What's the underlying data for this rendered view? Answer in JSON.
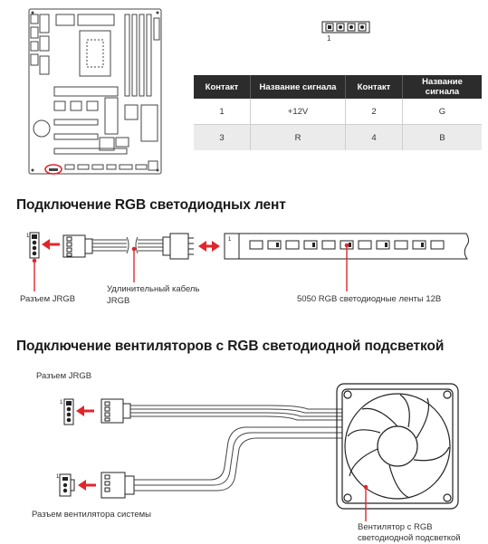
{
  "header_connector": {
    "pin1_label": "1"
  },
  "pin_table": {
    "headers": [
      "Контакт",
      "Название сигнала",
      "Контакт",
      "Название сигнала"
    ],
    "rows": [
      [
        "1",
        "+12V",
        "2",
        "G"
      ],
      [
        "3",
        "R",
        "4",
        "B"
      ]
    ]
  },
  "section_rgb_strip": {
    "title": "Подключение RGB светодиодных лент",
    "jrgb_label": "Разъем JRGB",
    "cable_label_line1": "Удлинительный кабель",
    "cable_label_line2": "JRGB",
    "strip_label": "5050 RGB светодиодные ленты 12В",
    "strip_pin_label": "1"
  },
  "section_rgb_fan": {
    "title": "Подключение вентиляторов с RGB светодиодной подсветкой",
    "jrgb_label": "Разъем JRGB",
    "jrgb_pin_label": "1",
    "sysfan_label": "Разъем вентилятора системы",
    "sysfan_pin_label": "1",
    "fan_label_line1": "Вентилятор с RGB",
    "fan_label_line2": "светодиодной подсветкой"
  },
  "colors": {
    "accent_red": "#e0262b",
    "table_header": "#2c2c2c",
    "line_gray": "#555555"
  }
}
